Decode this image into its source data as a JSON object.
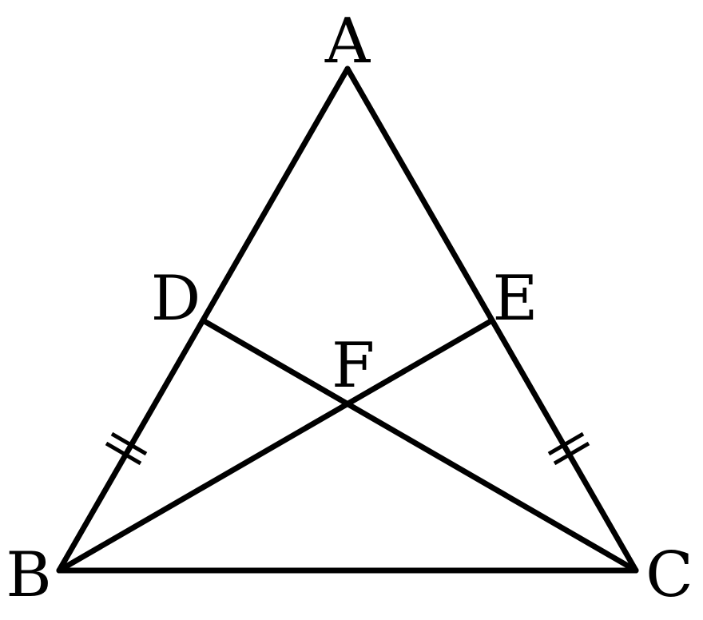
{
  "diagram": {
    "points": {
      "A": "A",
      "B": "B",
      "C": "C",
      "D": "D",
      "E": "E",
      "F": "F"
    },
    "segments": [
      "AB",
      "AC",
      "BC",
      "BE",
      "CD"
    ],
    "equal_marks": {
      "style": "double-tick",
      "segments": [
        "DB",
        "EC"
      ]
    },
    "colors": {
      "stroke": "#000000",
      "background": "#ffffff"
    }
  }
}
